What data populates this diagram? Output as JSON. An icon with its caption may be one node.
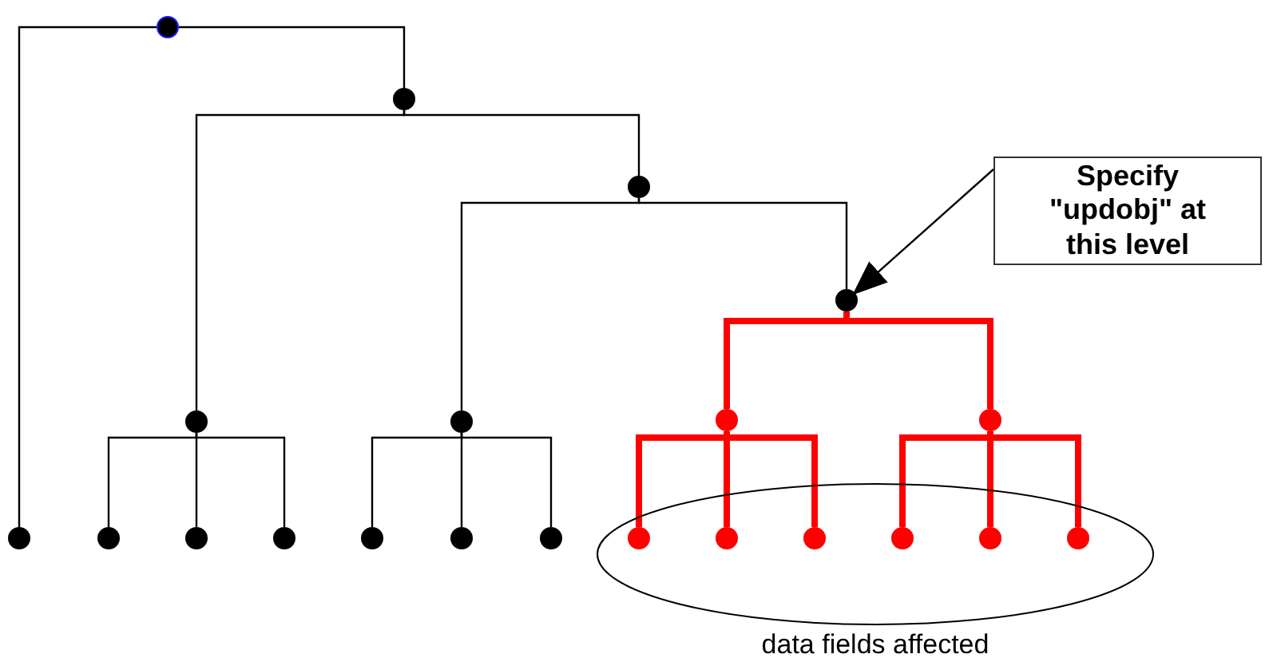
{
  "diagram": {
    "nodes": [
      {
        "text": [],
        "shape": "circle"
      },
      {
        "text": [],
        "shape": "circle"
      },
      {
        "text": [
          "Specify \"updobj\" at this level"
        ]
      },
      {
        "text": [],
        "shape": "circle"
      },
      {
        "text": [],
        "shape": "circle"
      },
      {
        "text": [],
        "shape": "circle"
      },
      {
        "text": [],
        "shape": "circle"
      },
      {
        "text": [],
        "shape": "circle"
      },
      {
        "text": [],
        "shape": "circle"
      },
      {
        "text": [],
        "shape": "circle"
      },
      {
        "text": [],
        "shape": "circle"
      },
      {
        "text": [],
        "shape": "circle"
      },
      {
        "text": [],
        "shape": "circle"
      },
      {
        "text": [],
        "shape": "circle"
      },
      {
        "text": [],
        "shape": "circle"
      },
      {
        "text": [],
        "shape": "circle"
      },
      {
        "text": [
          "data fields affected"
        ]
      },
      {
        "text": [],
        "shape": "circle",
        "in": 16
      },
      {
        "text": [],
        "shape": "circle",
        "in": 16
      },
      {
        "text": [],
        "shape": "circle",
        "in": 16
      },
      {
        "text": [],
        "shape": "circle",
        "in": 16
      },
      {
        "text": [],
        "shape": "circle",
        "in": 16
      },
      {
        "text": [],
        "shape": "circle",
        "in": 16
      }
    ],
    "edges": [
      {
        "from": 0,
        "to": 9,
        "arrow": "none"
      },
      {
        "from": 0,
        "to": 1,
        "arrow": "none"
      },
      {
        "from": 1,
        "to": 5,
        "arrow": "none"
      },
      {
        "from": 1,
        "to": 3,
        "arrow": "none"
      },
      {
        "from": 3,
        "to": 6,
        "arrow": "none"
      },
      {
        "from": 3,
        "to": 4,
        "arrow": "none"
      },
      {
        "from": 2,
        "to": 4,
        "arrow": "to"
      },
      {
        "from": 4,
        "to": 7,
        "arrow": "none",
        "style": "thick",
        "color": "#ff0000"
      },
      {
        "from": 4,
        "to": 8,
        "arrow": "none",
        "style": "thick",
        "color": "#ff0000"
      },
      {
        "from": 5,
        "to": 10,
        "arrow": "none"
      },
      {
        "from": 5,
        "to": 11,
        "arrow": "none"
      },
      {
        "from": 5,
        "to": 12,
        "arrow": "none"
      },
      {
        "from": 6,
        "to": 13,
        "arrow": "none"
      },
      {
        "from": 6,
        "to": 14,
        "arrow": "none"
      },
      {
        "from": 6,
        "to": 15,
        "arrow": "none"
      },
      {
        "from": 7,
        "to": 17,
        "arrow": "none",
        "style": "thick",
        "color": "#ff0000"
      },
      {
        "from": 7,
        "to": 18,
        "arrow": "none",
        "style": "thick",
        "color": "#ff0000"
      },
      {
        "from": 7,
        "to": 19,
        "arrow": "none",
        "style": "thick",
        "color": "#ff0000"
      },
      {
        "from": 8,
        "to": 20,
        "arrow": "none",
        "style": "thick",
        "color": "#ff0000"
      },
      {
        "from": 8,
        "to": 21,
        "arrow": "none",
        "style": "thick",
        "color": "#ff0000"
      },
      {
        "from": 8,
        "to": 22,
        "arrow": "none",
        "style": "thick",
        "color": "#ff0000"
      }
    ]
  }
}
